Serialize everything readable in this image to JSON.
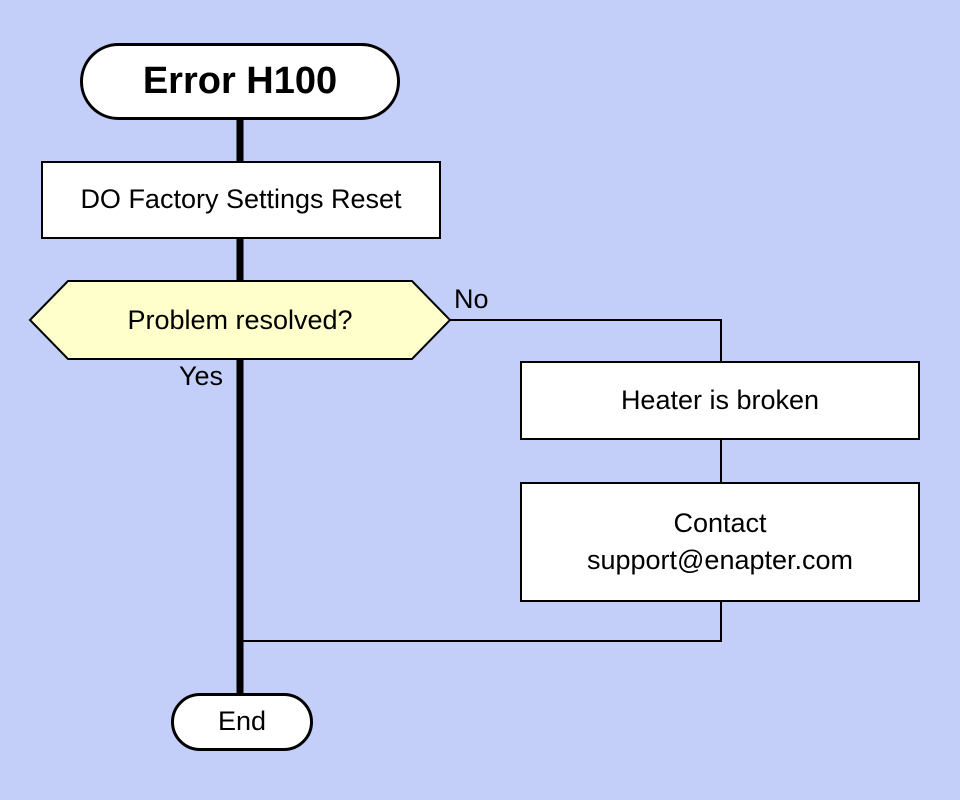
{
  "nodes": {
    "start": {
      "label": "Error H100"
    },
    "process": {
      "label": "DO Factory Settings Reset"
    },
    "decision": {
      "label": "Problem resolved?"
    },
    "heater": {
      "label": "Heater is broken"
    },
    "contact": {
      "lines": [
        "Contact",
        "support@enapter.com"
      ]
    },
    "end": {
      "label": "End"
    }
  },
  "edge_labels": {
    "no": "No",
    "yes": "Yes"
  },
  "colors": {
    "background": "#C3CFF9",
    "node_fill": "#FFFFFF",
    "decision_fill": "#FFFFCC",
    "line": "#000000",
    "text": "#000000"
  }
}
